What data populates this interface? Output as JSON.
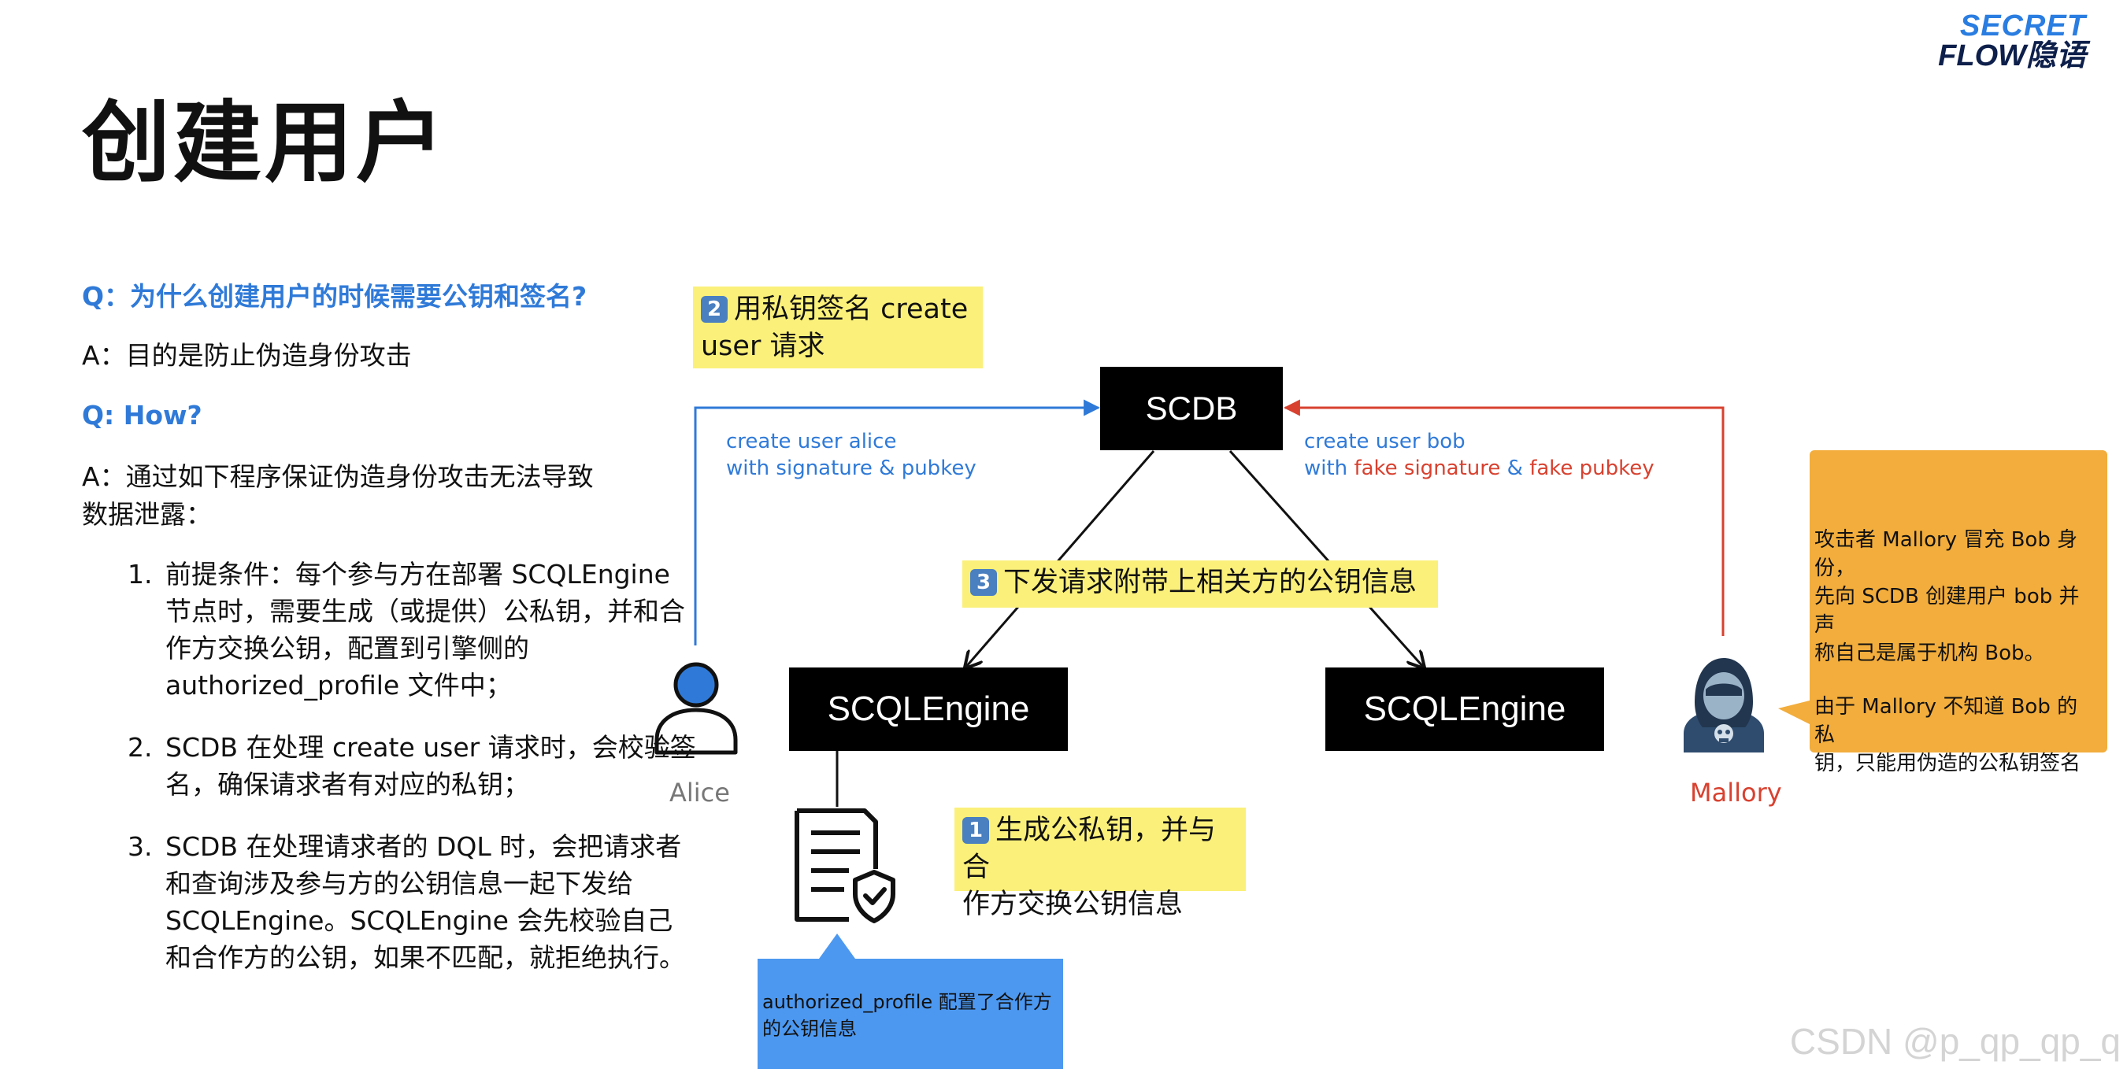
{
  "logo": {
    "line1": "SECRET",
    "line2": "FLOW隐语"
  },
  "title": "创建用户",
  "qa": {
    "q1": "Q：为什么创建用户的时候需要公钥和签名?",
    "a1": "A：目的是防止伪造身份攻击",
    "q2": "Q: How?",
    "a2_line1": "A：通过如下程序保证伪造身份攻击无法导致",
    "a2_line2": "数据泄露：",
    "steps": [
      "前提条件：每个参与方在部署 SCQLEngine 节点时，需要生成（或提供）公私钥，并和合作方交换公钥，配置到引擎侧的 authorized_profile 文件中；",
      "SCDB 在处理 create user 请求时，会校验签名，确保请求者有对应的私钥；",
      "SCDB 在处理请求者的 DQL 时，会把请求者和查询涉及参与方的公钥信息一起下发给 SCQLEngine。SCQLEngine 会先校验自己和合作方的公钥，如果不匹配，就拒绝执行。"
    ]
  },
  "diagram": {
    "scdb": "SCDB",
    "engine_left": "SCQLEngine",
    "engine_right": "SCQLEngine",
    "alice": "Alice",
    "mallory": "Mallory",
    "note2": {
      "num": "2",
      "line1": "用私钥签名 create",
      "line2": "user 请求"
    },
    "note3": {
      "num": "3",
      "text": "下发请求附带上相关方的公钥信息"
    },
    "note1": {
      "num": "1",
      "line1": "生成公私钥，并与合",
      "line2": "作方交换公钥信息"
    },
    "alice_edge": {
      "line1": "create user alice",
      "line2": "with signature & pubkey"
    },
    "bob_edge": {
      "line1": "create user bob",
      "w1": "with ",
      "w2": "fake signature",
      "w3": " & ",
      "w4": "fake pubkey"
    },
    "callout": {
      "line1": "攻击者 Mallory 冒充 Bob 身份，",
      "line2": "先向 SCDB 创建用户 bob 并声",
      "line3": "称自己是属于机构 Bob。",
      "line4": "由于 Mallory 不知道 Bob 的私",
      "line5": "钥，只能用伪造的公私钥签名"
    },
    "profile_box": {
      "line1": "authorized_profile 配置了合作方",
      "line2": "的公钥信息"
    }
  },
  "colors": {
    "blue": "#2f7ad8",
    "red": "#d8412f",
    "orange": "#f2ad3c",
    "yellow": "#fbf07a"
  },
  "watermark": "CSDN @p_qp_qp_q"
}
